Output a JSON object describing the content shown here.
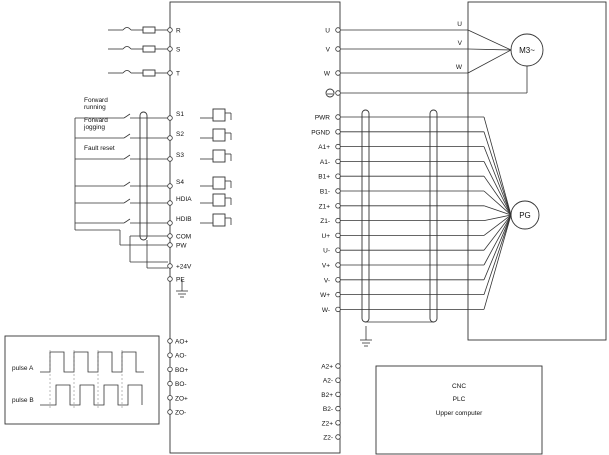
{
  "drive": {
    "power_inputs": [
      "R",
      "S",
      "T"
    ],
    "motor_outputs": [
      "U",
      "V",
      "W"
    ],
    "ground_symbol": "ground-icon",
    "digital_inputs": [
      {
        "terminal": "S1",
        "label": [
          "Forward",
          "running"
        ]
      },
      {
        "terminal": "S2",
        "label": [
          "Forward",
          "jogging"
        ]
      },
      {
        "terminal": "S3",
        "label": [
          "Fault reset"
        ]
      },
      {
        "terminal": "S4",
        "label": []
      },
      {
        "terminal": "HDIA",
        "label": []
      },
      {
        "terminal": "HDIB",
        "label": []
      }
    ],
    "common_terminals": [
      "COM",
      "PW",
      "+24V",
      "PE"
    ],
    "encoder_terminals": [
      "PWR",
      "PGND",
      "A1+",
      "A1-",
      "B1+",
      "B1-",
      "Z1+",
      "Z1-",
      "U+",
      "U-",
      "V+",
      "V-",
      "W+",
      "W-"
    ],
    "pulse_outputs": [
      "AO+",
      "AO-",
      "BO+",
      "BO-",
      "ZO+",
      "ZO-"
    ],
    "pulse_inputs": [
      "A2+",
      "A2-",
      "B2+",
      "B2-",
      "Z2+",
      "Z2-"
    ]
  },
  "motor": {
    "label": "M3~",
    "terminals": [
      "U",
      "V",
      "W"
    ]
  },
  "encoder": {
    "label": "PG"
  },
  "pulse_panel": {
    "labels": [
      "pulse A",
      "pulse B"
    ]
  },
  "controller": {
    "lines": [
      "CNC",
      "PLC",
      "Upper computer"
    ]
  }
}
